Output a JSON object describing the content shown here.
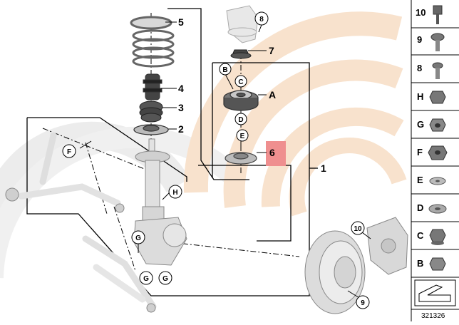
{
  "diagram": {
    "callouts": {
      "n5": "5",
      "n4": "4",
      "n3": "3",
      "n2": "2",
      "n7": "7",
      "n6": "6",
      "n1": "1",
      "n8": "8",
      "n9": "9",
      "n10": "10",
      "nA": "A",
      "B": "B",
      "C": "C",
      "D": "D",
      "E": "E",
      "F": "F",
      "H": "H",
      "G1": "G",
      "G2": "G",
      "G3": "G"
    },
    "sidebar": [
      "10",
      "9",
      "8",
      "H",
      "G",
      "F",
      "E",
      "D",
      "C",
      "B"
    ],
    "image_code": "321326",
    "colors": {
      "highlight": "#ef8f8f",
      "watermark": "#f8e2cd",
      "line": "#000000"
    }
  }
}
